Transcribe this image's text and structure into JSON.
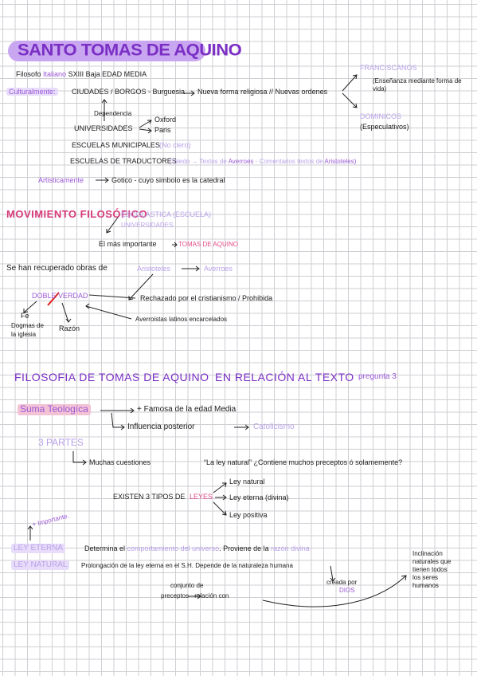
{
  "title": "SANTO TOMAS DE AQUINO",
  "intro": {
    "line1_a": "Filosofo",
    "line1_b": "Italiano",
    "line1_c": "SXIII Baja EDAD MEDIA",
    "cultural_label": "Culturalmente:",
    "cities": "CIUDADES / BORGOS - Burguesia",
    "nueva": "Nueva forma religiosa // Nuevas ordenes",
    "franciscanos": "FRANCISCANOS",
    "franciscanos_desc": "(Enseñanza mediante forma de vida)",
    "dominicos": "DOMINICOS",
    "dominicos_desc": "(Especulativos)",
    "dependencia": "Dependencia",
    "universidades": "UNIVERSIDADES",
    "oxford": "Oxford",
    "paris": "Paris",
    "escuelas_mun": "ESCUELAS MUNICIPALES",
    "no_clero": "(No clero)",
    "escuelas_trad": "ESCUELAS DE TRADUCTORES",
    "toledo": "(Toledo → Textos de",
    "averroes1": "Averroes",
    "comentarios": "- Comentarios textos de",
    "aristoteles1": "Aristoteles)",
    "artisticamente": "Artisticamente",
    "gotico": "Gotico - cuyo simbolo es la catedral"
  },
  "movimiento": {
    "heading": "MOVIMIENTO FILOSÓFICO",
    "escolastica": "ESCOLÁSTICA (ESCUELA)",
    "universidades": "UNIVERSIDADES",
    "mas_importante": "El más importante",
    "tomas": "TOMAS DE AQUINO"
  },
  "recuperado": {
    "line": "Se han recuperado obras de",
    "aristoteles": "Aristoteles",
    "averroes": "Averroes",
    "doble_a": "DOBLE",
    "doble_b": "VERDAD",
    "rechazado": "Rechazado por el cristianismo / Prohibida",
    "averroistas": "Averroistas latinos encarcelados",
    "fe": "Fe",
    "dogmas1": "Dogmas de",
    "dogmas2": "la iglesia",
    "razon": "Razón"
  },
  "filosofia": {
    "heading": "FILOSOFIA DE TOMAS DE AQUINO",
    "relacion": "EN RELACIÓN AL TEXTO",
    "pregunta": "pregunta 3",
    "suma": "Suma Teologíca",
    "famosa": "+ Famosa de la edad Media",
    "influencia": "Influencia posterior",
    "catolicismo": "Catolicismo",
    "tres_partes": "3 PARTES",
    "muchas": "Muchas cuestiones",
    "ley_natural_q": "“La ley natural” ¿Contiene muchos preceptos ó solamemente?",
    "existen": "EXISTEN 3 TIPOS DE",
    "leyes": "LEYES",
    "ley_natural": "Ley natural",
    "ley_eterna_div": "Ley eterna (divina)",
    "ley_positiva": "Ley positiva",
    "importante": "+ Importante.",
    "ley_eterna_label": "LEY ETERNA",
    "determina": "Determina el",
    "comportamiento": "comportamiento del universo",
    "proviene": ". Proviene de la",
    "razon_divina": "razón divina",
    "ley_natural_label": "LEY NATURAL",
    "prolongacion": "Prolongación de la ley eterna en el S.H. Depende de la naturaleza humana",
    "inclinacion1": "Inclinación",
    "inclinacion2": "naturales que",
    "inclinacion3": "tienen todos",
    "inclinacion4": "los seres",
    "inclinacion5": "humanos",
    "conjunto1": "conjunto de",
    "conjunto2": "preceptos - relación con",
    "creada": "creada por",
    "dios": "DIOS"
  }
}
